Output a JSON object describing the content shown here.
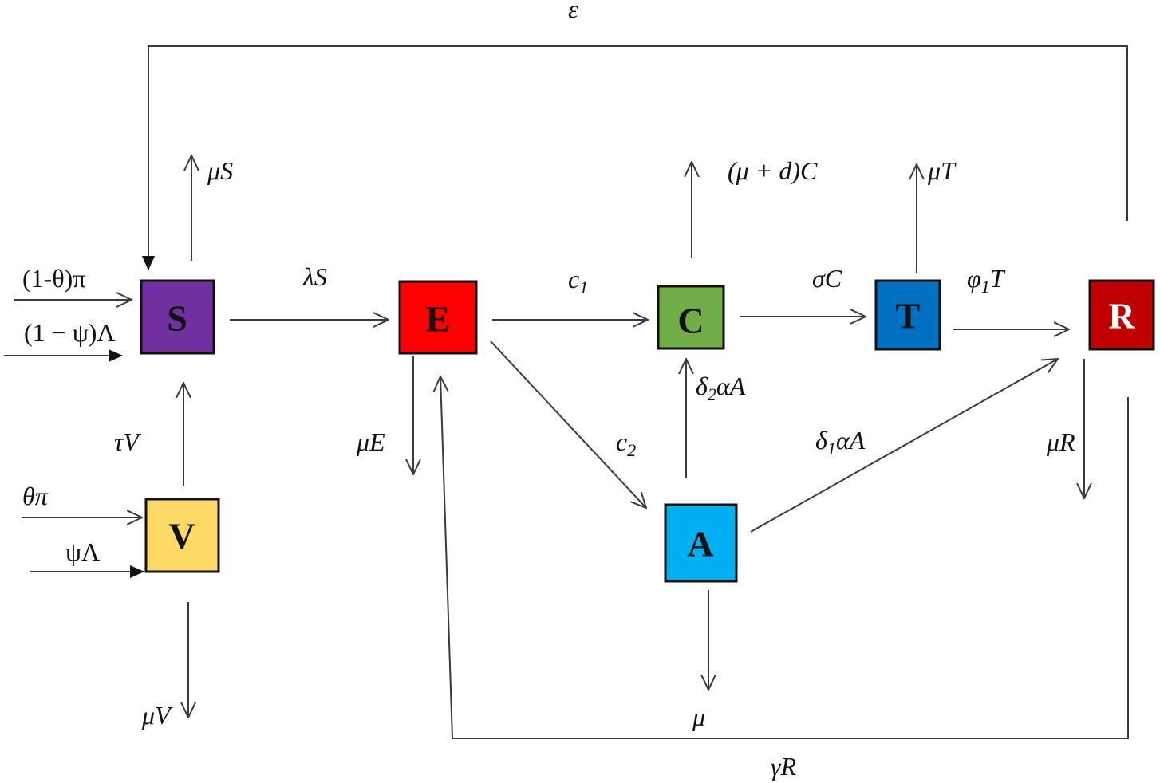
{
  "compartments": {
    "S": {
      "label": "S",
      "fill": "#7030a0",
      "text_color": "#111111"
    },
    "E": {
      "label": "E",
      "fill": "#ff0000",
      "text_color": "#111111"
    },
    "C": {
      "label": "C",
      "fill": "#70ad47",
      "text_color": "#111111"
    },
    "T": {
      "label": "T",
      "fill": "#0070c0",
      "text_color": "#111111"
    },
    "R": {
      "label": "R",
      "fill": "#c00000",
      "text_color": "#ffffff"
    },
    "V": {
      "label": "V",
      "fill": "#ffd966",
      "text_color": "#111111"
    },
    "A": {
      "label": "A",
      "fill": "#00b0f0",
      "text_color": "#111111"
    }
  },
  "rates": {
    "epsilon": "ε",
    "mu_S": "μS",
    "lambda_S": "λS",
    "one_minus_theta_pi": "(1-θ)π",
    "one_minus_psi_Lambda": "(1 − ψ)Λ",
    "tau_V": "τV",
    "theta_pi": "θπ",
    "psi_Lambda": "ψΛ",
    "mu_V": "μV",
    "mu_E": "μE",
    "c1_main": "c",
    "c1_sub": "1",
    "c2_main": "c",
    "c2_sub": "2",
    "mu_plus_d_C": "(μ + d)C",
    "mu_T": "μT",
    "sigma_C": "σC",
    "phi_main": "φ",
    "phi_sub": "1",
    "phi_tail": "T",
    "delta2_main": "δ",
    "delta2_sub": "2",
    "delta2_tail": "αA",
    "delta1_main": "δ",
    "delta1_sub": "1",
    "delta1_tail": "αA",
    "mu_R": "μR",
    "mu_A": "μ",
    "gamma_R": "γR"
  }
}
